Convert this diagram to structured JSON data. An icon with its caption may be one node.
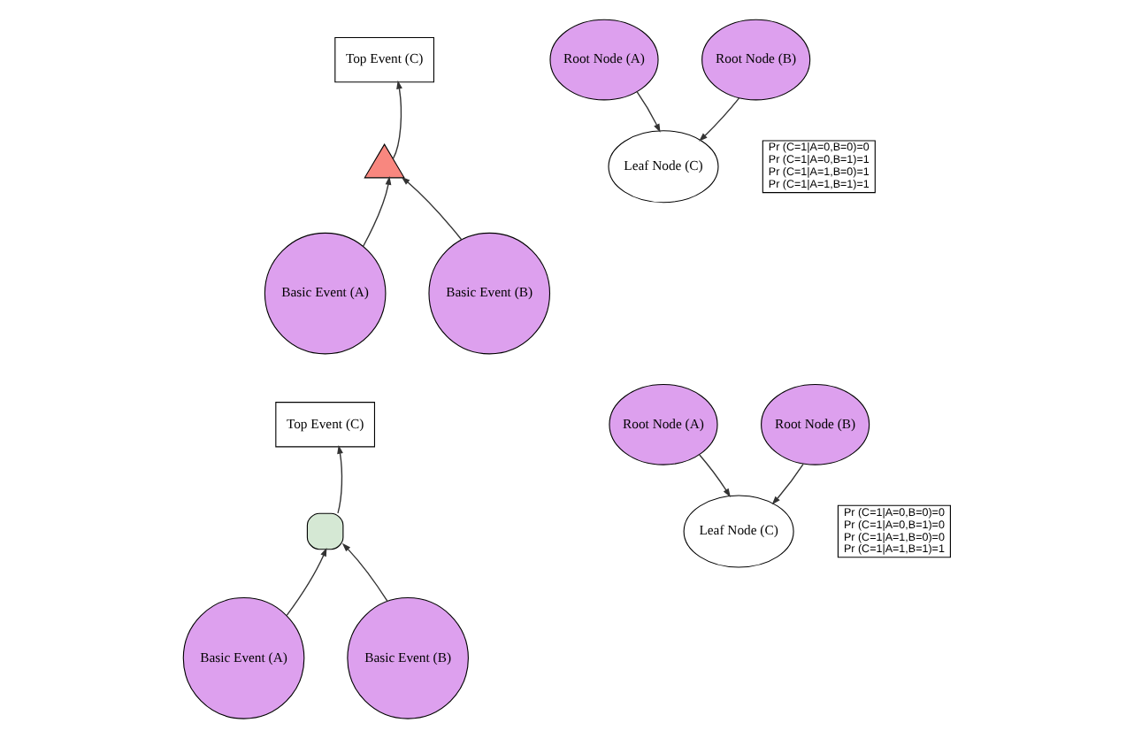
{
  "diagram": {
    "nodes": [
      {
        "text": [
          "Top Event (C)"
        ]
      },
      {
        "text": [],
        "shape": "gate"
      },
      {
        "text": [
          "Basic Event (A)"
        ]
      },
      {
        "text": [
          "Basic Event (B)"
        ]
      },
      {
        "text": [
          "Root Node (A)"
        ]
      },
      {
        "text": [
          "Root Node (B)"
        ]
      },
      {
        "text": [
          "Leaf Node (C)"
        ]
      },
      {
        "text": [
          "Pr (C=1|A=0,B=0)=0",
          "Pr (C=1|A=0,B=1)=1",
          "Pr (C=1|A=1,B=0)=1",
          "Pr (C=1|A=1,B=1)=1"
        ]
      },
      {
        "text": [
          "Top Event (C)"
        ]
      },
      {
        "text": [],
        "shape": "gate"
      },
      {
        "text": [
          "Basic Event (A)"
        ]
      },
      {
        "text": [
          "Basic Event (B)"
        ]
      },
      {
        "text": [
          "Root Node (A)"
        ]
      },
      {
        "text": [
          "Root Node (B)"
        ]
      },
      {
        "text": [
          "Leaf Node (C)"
        ]
      },
      {
        "text": [
          "Pr (C=1|A=0,B=0)=0",
          "Pr (C=1|A=0,B=1)=0",
          "Pr (C=1|A=1,B=0)=0",
          "Pr (C=1|A=1,B=1)=1"
        ]
      }
    ],
    "edges": [
      {
        "from": 2,
        "to": 1,
        "arrow": "to"
      },
      {
        "from": 3,
        "to": 1,
        "arrow": "to"
      },
      {
        "from": 1,
        "to": 0,
        "arrow": "to"
      },
      {
        "from": 4,
        "to": 6,
        "arrow": "to"
      },
      {
        "from": 5,
        "to": 6,
        "arrow": "to"
      },
      {
        "from": 10,
        "to": 9,
        "arrow": "to"
      },
      {
        "from": 11,
        "to": 9,
        "arrow": "to"
      },
      {
        "from": 9,
        "to": 8,
        "arrow": "to"
      },
      {
        "from": 12,
        "to": 14,
        "arrow": "to"
      },
      {
        "from": 13,
        "to": 14,
        "arrow": "to"
      }
    ]
  }
}
